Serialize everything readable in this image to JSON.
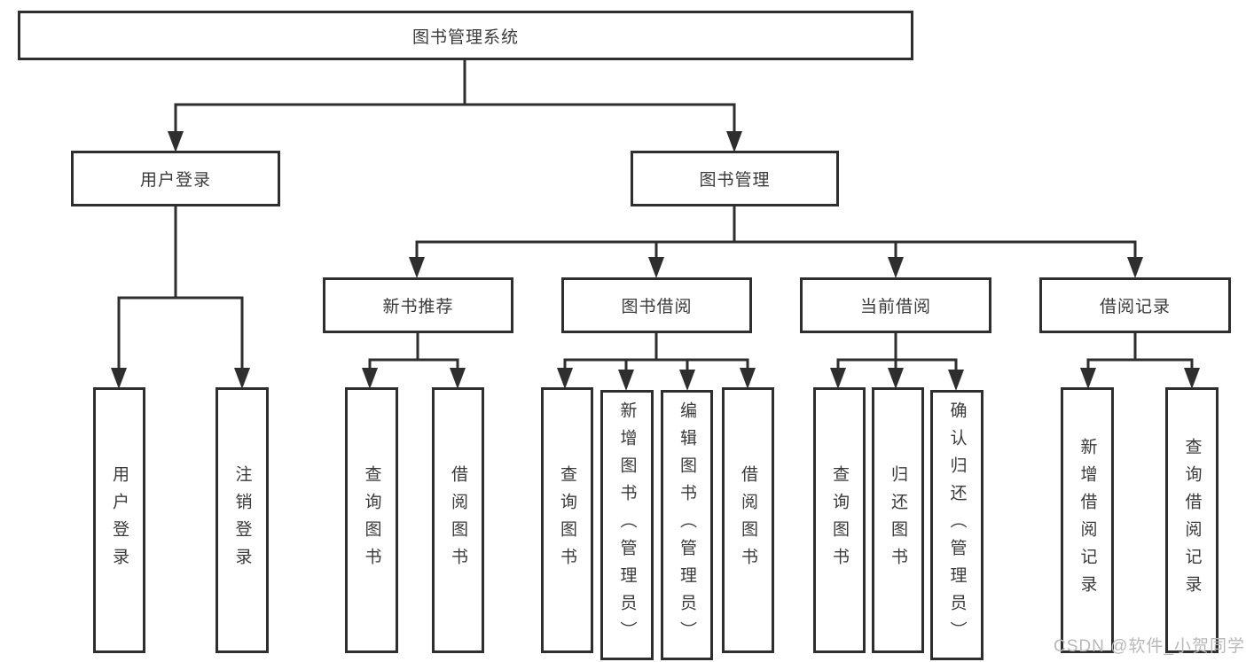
{
  "diagram_title": "图书管理系统",
  "colors": {
    "line": "#2e2e2e",
    "box_border": "#2e2e2e",
    "text": "#3a3a3a",
    "watermark": "#b8b8b8",
    "background": "#ffffff"
  },
  "tree": {
    "root": {
      "label": "图书管理系统"
    },
    "children": [
      {
        "label": "用户登录",
        "children": [
          {
            "label": "用户登录"
          },
          {
            "label": "注销登录"
          }
        ]
      },
      {
        "label": "图书管理",
        "children": [
          {
            "label": "新书推荐",
            "children": [
              {
                "label": "查询图书"
              },
              {
                "label": "借阅图书"
              }
            ]
          },
          {
            "label": "图书借阅",
            "children": [
              {
                "label": "查询图书"
              },
              {
                "label": "新增图书（管理员）"
              },
              {
                "label": "编辑图书（管理员）"
              },
              {
                "label": "借阅图书"
              }
            ]
          },
          {
            "label": "当前借阅",
            "children": [
              {
                "label": "查询图书"
              },
              {
                "label": "归还图书"
              },
              {
                "label": "确认归还（管理员）"
              }
            ]
          },
          {
            "label": "借阅记录",
            "children": [
              {
                "label": "新增借阅记录"
              },
              {
                "label": "查询借阅记录"
              }
            ]
          }
        ]
      }
    ]
  },
  "watermark": {
    "text": "CSDN @软件_小贺同学"
  }
}
